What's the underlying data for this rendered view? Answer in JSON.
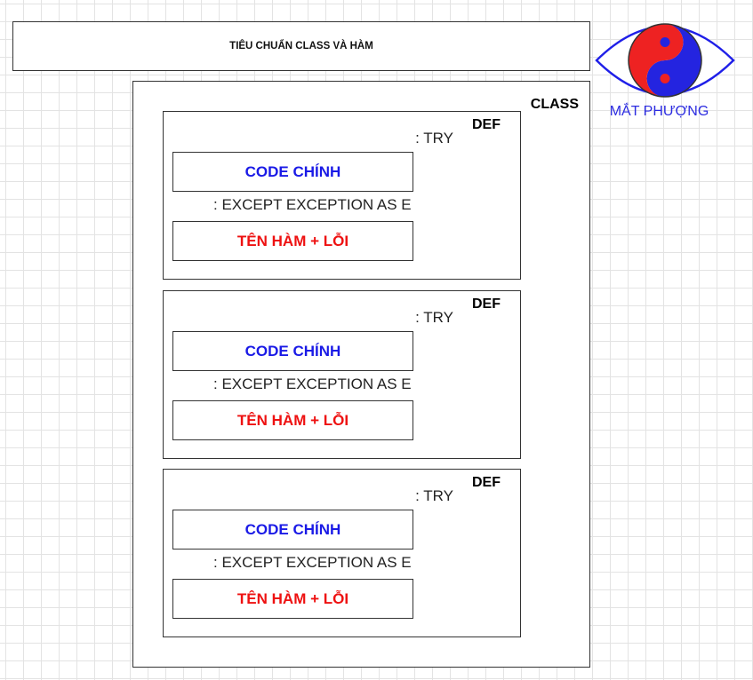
{
  "title": "TIÊU CHUẨN CLASS VÀ HÀM",
  "class_label": "CLASS",
  "logo": {
    "text": "MẮT PHƯỢNG",
    "colors": {
      "outline": "#1f1fe8",
      "yin": "#2424e0",
      "yang": "#ee2222"
    }
  },
  "functions": [
    {
      "def_label": "DEF",
      "try_label": ": TRY",
      "code_label": "CODE CHÍNH",
      "except_label": ": EXCEPT EXCEPTION AS E",
      "error_label": "TÊN HÀM + LỖI"
    },
    {
      "def_label": "DEF",
      "try_label": ": TRY",
      "code_label": "CODE CHÍNH",
      "except_label": ": EXCEPT EXCEPTION AS E",
      "error_label": "TÊN HÀM + LỖI"
    },
    {
      "def_label": "DEF",
      "try_label": ": TRY",
      "code_label": "CODE CHÍNH",
      "except_label": ": EXCEPT EXCEPTION AS E",
      "error_label": "TÊN HÀM + LỖI"
    }
  ]
}
